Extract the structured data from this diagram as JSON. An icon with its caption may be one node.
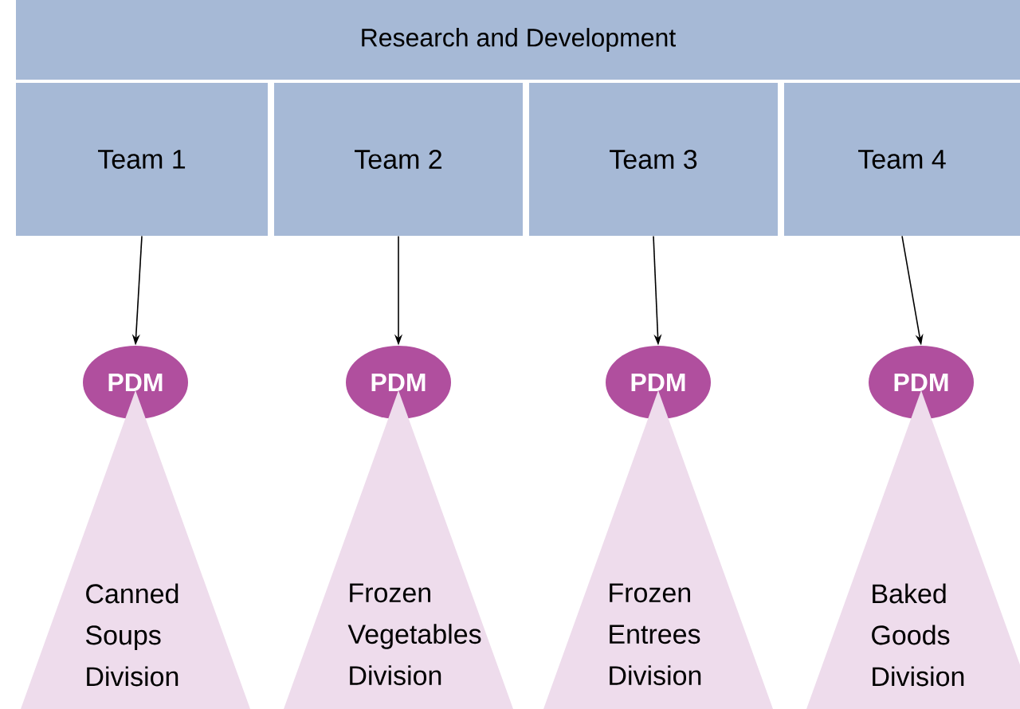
{
  "diagram": {
    "nodes": [
      {
        "text": [
          "Research and Development"
        ]
      },
      {
        "text": [
          "Team 1"
        ]
      },
      {
        "text": [
          "Team 2"
        ]
      },
      {
        "text": [
          "Team 3"
        ]
      },
      {
        "text": [
          "Team 4"
        ]
      },
      {
        "text": [
          "PDM"
        ]
      },
      {
        "text": [
          "PDM"
        ]
      },
      {
        "text": [
          "PDM"
        ]
      },
      {
        "text": [
          "PDM"
        ]
      },
      {
        "text": [
          "Canned Soups Division"
        ]
      },
      {
        "text": [
          "Frozen Vegetables Division"
        ]
      },
      {
        "text": [
          "Frozen Entrees Division"
        ]
      },
      {
        "text": [
          "Baked Goods Division"
        ]
      }
    ],
    "edges": [
      {
        "from": 1,
        "to": 5,
        "arrow": "to"
      },
      {
        "from": 2,
        "to": 6,
        "arrow": "to"
      },
      {
        "from": 3,
        "to": 7,
        "arrow": "to"
      },
      {
        "from": 4,
        "to": 8,
        "arrow": "to"
      }
    ]
  }
}
